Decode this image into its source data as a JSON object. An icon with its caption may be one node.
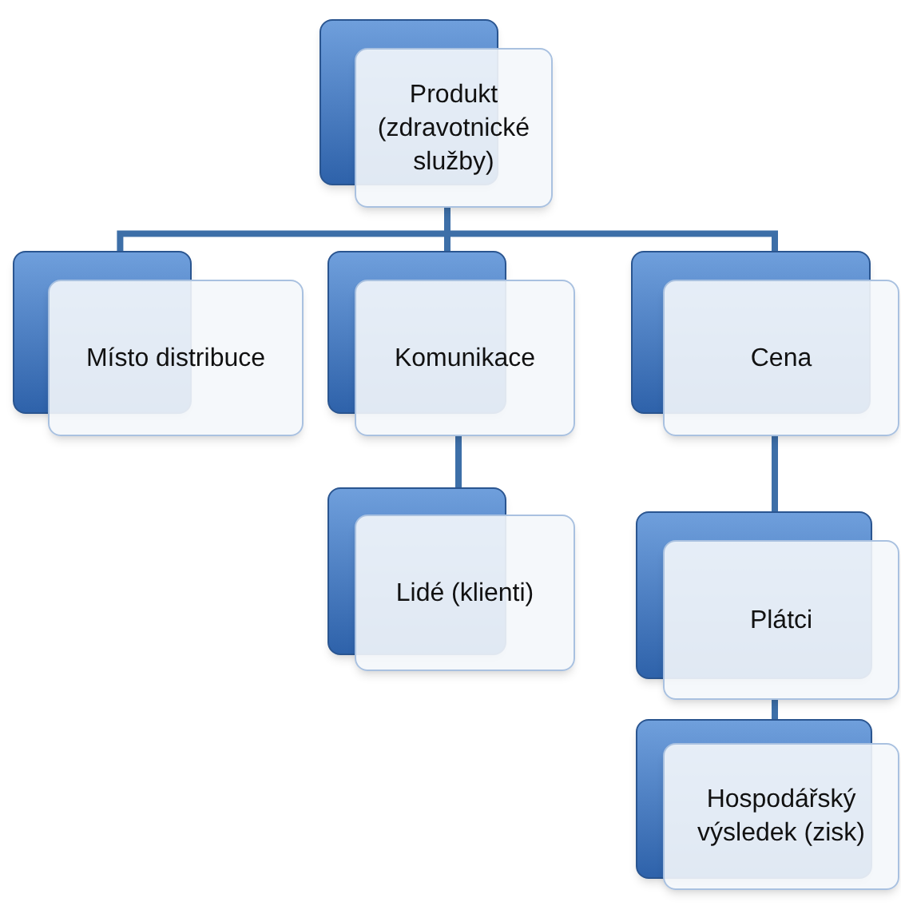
{
  "diagram": {
    "nodes": [
      {
        "text": [
          "Produkt (zdravotnické služby)"
        ]
      },
      {
        "text": [
          "Místo distribuce"
        ]
      },
      {
        "text": [
          "Komunikace"
        ]
      },
      {
        "text": [
          "Cena"
        ]
      },
      {
        "text": [
          "Lidé (klienti)"
        ]
      },
      {
        "text": [
          "Plátci"
        ]
      },
      {
        "text": [
          "Hospodářský výsledek (zisk)"
        ]
      }
    ],
    "edges": [
      {
        "from": 0,
        "to": 1,
        "arrow": "none"
      },
      {
        "from": 0,
        "to": 2,
        "arrow": "none"
      },
      {
        "from": 0,
        "to": 3,
        "arrow": "none"
      },
      {
        "from": 2,
        "to": 4,
        "arrow": "none"
      },
      {
        "from": 3,
        "to": 5,
        "arrow": "none"
      },
      {
        "from": 5,
        "to": 6,
        "arrow": "none"
      }
    ]
  }
}
